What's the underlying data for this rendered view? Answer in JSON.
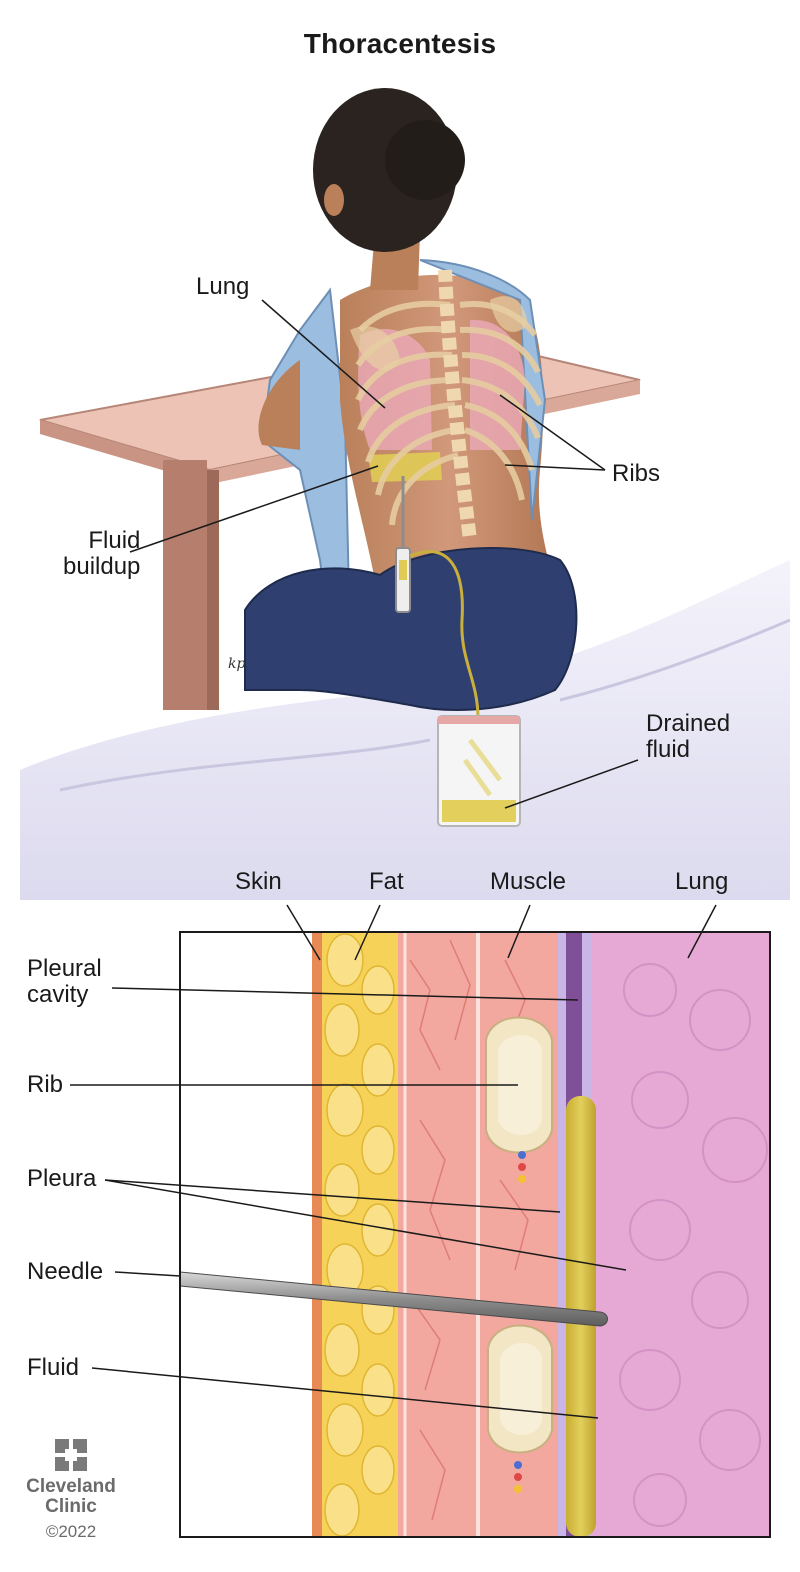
{
  "title": "Thoracentesis",
  "scene_labels": {
    "lung": "Lung",
    "ribs": "Ribs",
    "fluid_buildup_line1": "Fluid",
    "fluid_buildup_line2": "buildup",
    "drained_fluid_line1": "Drained",
    "drained_fluid_line2": "fluid",
    "artist_signature": "kp"
  },
  "cross_section_labels": {
    "skin": "Skin",
    "fat": "Fat",
    "muscle": "Muscle",
    "lung": "Lung",
    "pleural_cavity_line1": "Pleural",
    "pleural_cavity_line2": "cavity",
    "rib": "Rib",
    "pleura": "Pleura",
    "needle": "Needle",
    "fluid": "Fluid"
  },
  "logo": {
    "brand_line1": "Cleveland",
    "brand_line2": "Clinic",
    "copyright": "©2022"
  },
  "colors": {
    "skin_tone": "#c48a62",
    "gown": "#8eb1d4",
    "jeans": "#2c3d66",
    "table": "#e8b9aa",
    "sheet": "#ecebf6",
    "lung_pink": "#e7a2b0",
    "fluid_yellow": "#d8c24f",
    "fat_yellow": "#f4cf4a",
    "muscle_pink": "#f0a39a",
    "lung_tissue": "#e7a6d4",
    "pleural_purple": "#8a5a9e",
    "needle_gray": "#8d8d8d",
    "logo_gray": "#7a7a7a"
  }
}
